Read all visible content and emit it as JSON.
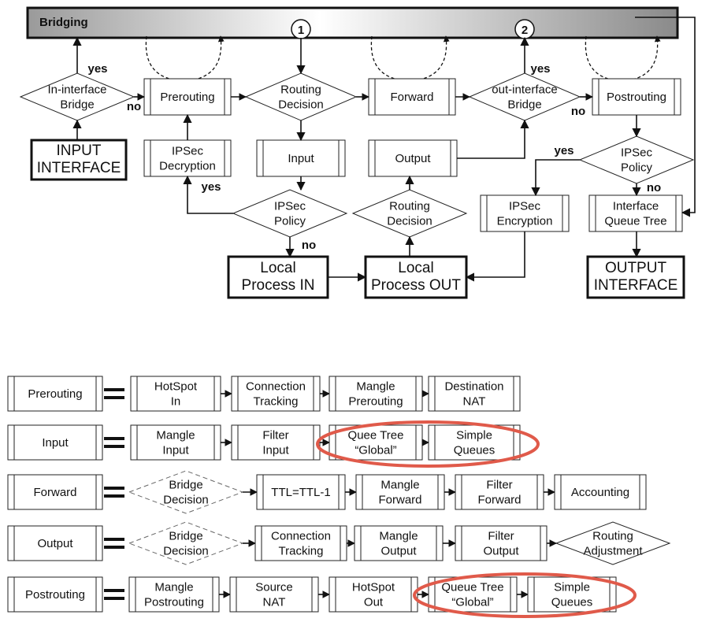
{
  "bridging_title": "Bridging",
  "circles": {
    "one": "1",
    "two": "2"
  },
  "top": {
    "in_bridge": [
      "In-interface",
      "Bridge"
    ],
    "prerouting": "Prerouting",
    "routing_decision": [
      "Routing",
      "Decision"
    ],
    "forward": "Forward",
    "out_bridge": [
      "out-interface",
      "Bridge"
    ],
    "postrouting": "Postrouting",
    "input_interface": [
      "INPUT",
      "INTERFACE"
    ],
    "ipsec_decryption": [
      "IPSec",
      "Decryption"
    ],
    "input": "Input",
    "output": "Output",
    "ipsec_policy_right": [
      "IPSec",
      "Policy"
    ],
    "ipsec_policy_left": [
      "IPSec",
      "Policy"
    ],
    "routing_decision_2": [
      "Routing",
      "Decision"
    ],
    "ipsec_encryption": [
      "IPSec",
      "Encryption"
    ],
    "interface_queue_tree": [
      "Interface",
      "Queue Tree"
    ],
    "local_in": [
      "Local",
      "Process IN"
    ],
    "local_out": [
      "Local",
      "Process OUT"
    ],
    "output_interface": [
      "OUTPUT",
      "INTERFACE"
    ],
    "yes": "yes",
    "no": "no"
  },
  "chains": [
    {
      "name": "Prerouting",
      "steps": [
        [
          "HotSpot",
          "In"
        ],
        [
          "Connection",
          "Tracking"
        ],
        [
          "Mangle",
          "Prerouting"
        ],
        [
          "Destination",
          "NAT"
        ]
      ]
    },
    {
      "name": "Input",
      "steps": [
        [
          "Mangle",
          "Input"
        ],
        [
          "Filter",
          "Input"
        ],
        [
          "Quee Tree",
          "“Global”"
        ],
        [
          "Simple",
          "Queues"
        ]
      ]
    },
    {
      "name": "Forward",
      "steps": [
        [
          "Bridge",
          "Decision"
        ],
        [
          "TTL=TTL-1"
        ],
        [
          "Mangle",
          "Forward"
        ],
        [
          "Filter",
          "Forward"
        ],
        [
          "Accounting"
        ]
      ]
    },
    {
      "name": "Output",
      "steps": [
        [
          "Bridge",
          "Decision"
        ],
        [
          "Connection",
          "Tracking"
        ],
        [
          "Mangle",
          "Output"
        ],
        [
          "Filter",
          "Output"
        ],
        [
          "Routing",
          "Adjustment"
        ]
      ]
    },
    {
      "name": "Postrouting",
      "steps": [
        [
          "Mangle",
          "Postrouting"
        ],
        [
          "Source",
          "NAT"
        ],
        [
          "HotSpot",
          "Out"
        ],
        [
          "Queue Tree",
          "“Global”"
        ],
        [
          "Simple",
          "Queues"
        ]
      ]
    }
  ],
  "equals_sign": "=",
  "colors": {
    "highlight": "#e05a4a",
    "bridging_dark": "#999999",
    "bridging_light": "#ffffff"
  }
}
